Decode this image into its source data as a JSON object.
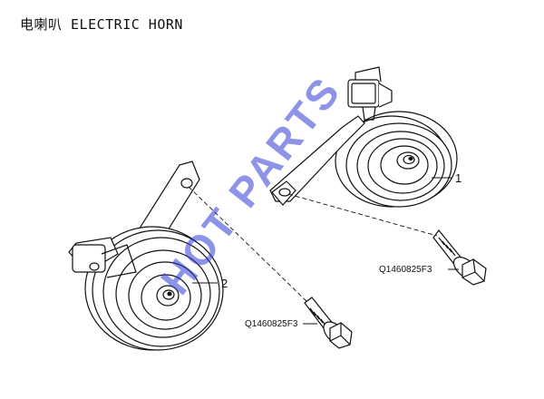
{
  "title": "电喇叭 ELECTRIC HORN",
  "callouts": [
    "1",
    "2"
  ],
  "part_numbers": [
    "Q1460825F3",
    "Q1460825F3"
  ],
  "watermark": {
    "text": "HOT PARTS",
    "color": "#2f3dd6"
  },
  "colors": {
    "ink": "#111111",
    "paper": "#ffffff"
  }
}
